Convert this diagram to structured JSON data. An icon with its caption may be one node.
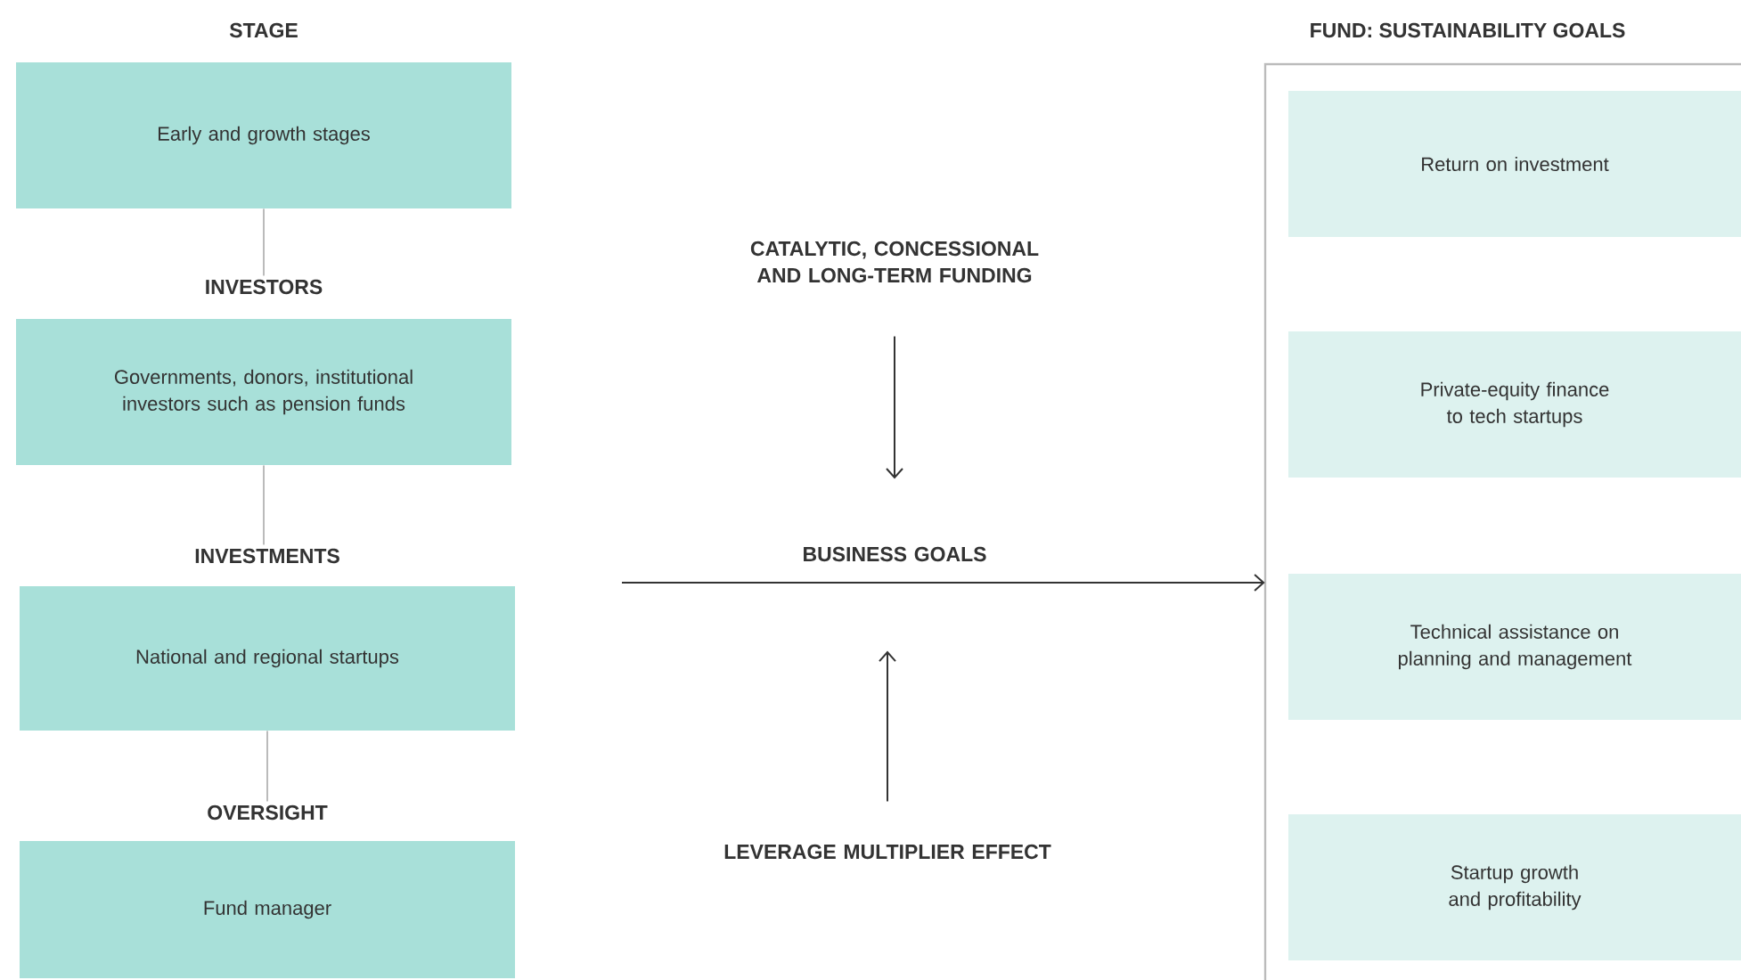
{
  "diagram": {
    "nodes": [
      {
        "text": [
          "STAGE",
          "Early and growth stages"
        ]
      },
      {
        "text": [
          "INVESTORS",
          "Governments, donors, institutional investors such as pension funds"
        ]
      },
      {
        "text": [
          "INVESTMENTS",
          "National and regional startups"
        ]
      },
      {
        "text": [
          "OVERSIGHT",
          "Fund manager"
        ]
      },
      {
        "text": [
          "CATALYTIC, CONCESSIONAL AND LONG-TERM FUNDING"
        ]
      },
      {
        "text": [
          "BUSINESS GOALS"
        ]
      },
      {
        "text": [
          "LEVERAGE MULTIPLIER EFFECT"
        ]
      },
      {
        "text": [
          "FUND: SUSTAINABILITY GOALS"
        ]
      },
      {
        "text": [
          "Return on investment"
        ],
        "in": 7
      },
      {
        "text": [
          "Private-equity finance to tech startups"
        ],
        "in": 7
      },
      {
        "text": [
          "Technical assistance on planning and management"
        ],
        "in": 7
      },
      {
        "text": [
          "Startup growth and profitability"
        ],
        "in": 7
      }
    ],
    "edges": [
      {
        "from": 0,
        "to": 1,
        "arrow": "none"
      },
      {
        "from": 1,
        "to": 2,
        "arrow": "none"
      },
      {
        "from": 2,
        "to": 3,
        "arrow": "none"
      },
      {
        "from": 4,
        "to": 5,
        "arrow": "to",
        "color": "#333333"
      },
      {
        "from": 6,
        "to": 5,
        "arrow": "to",
        "color": "#333333"
      },
      {
        "from": null,
        "to": 7,
        "arrow": "to",
        "color": "#333333"
      }
    ]
  }
}
